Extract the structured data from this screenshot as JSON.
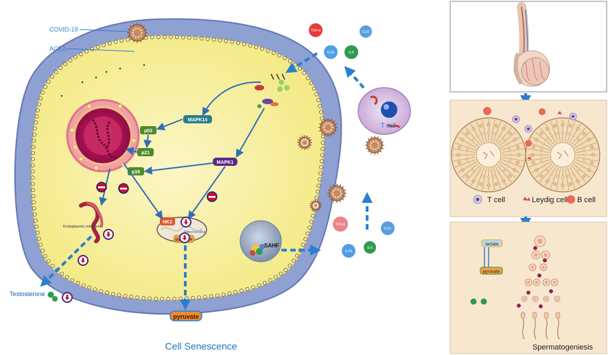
{
  "labels": {
    "covid19": "COVID-19",
    "ace2": "ACE2",
    "tgfb_top": "TGF-b",
    "il10_top": "IL10",
    "il1a_top": "IL1A",
    "il6_top": "IL6",
    "tcell": "T cell",
    "mapk14": "MAPK14",
    "mapk1": "MAPK1",
    "p53": "p53",
    "p21": "p21",
    "p16": "p16",
    "er": "Endoplasmic reticulum",
    "hk1": "HK1",
    "mitochondria": "Mitochondria",
    "pyruvate_mito": "pyruvate",
    "sahf": "SAHF",
    "tgfb_bottom": "TFG-b",
    "il10_bottom": "IL10",
    "il1a_bottom": "IL1A",
    "il6_bottom": "IL6",
    "testosterone": "Testosterone",
    "pyruvate_out": "pyruvate",
    "cell_senescence": "Cell Senescence",
    "legend_tcell": "T cell",
    "legend_leydig": "Leydig cell",
    "legend_bcell": "B cell",
    "lactate": "lactate",
    "pyruvate_right": "pyruvate",
    "spermatogenesis": "Spermatogeniesis"
  },
  "colors": {
    "cell_outer": "#7f8fc6",
    "cytoplasm": "#f7f19a",
    "nucleus_outer": "#e88a95",
    "nucleus_inner": "#b81a54",
    "arrow_blue": "#2f6fb5",
    "dashed_blue": "#2b7fd0",
    "title_blue": "#1a74bf",
    "panel_peach": "#f8e7cf",
    "mapk_teal": "#2b7d8c",
    "mapk1_purple": "#5b2a86"
  },
  "icons": {
    "virus": "coronavirus-icon",
    "down": "down-arrow-circle-icon",
    "minus": "minus-circle-icon"
  }
}
